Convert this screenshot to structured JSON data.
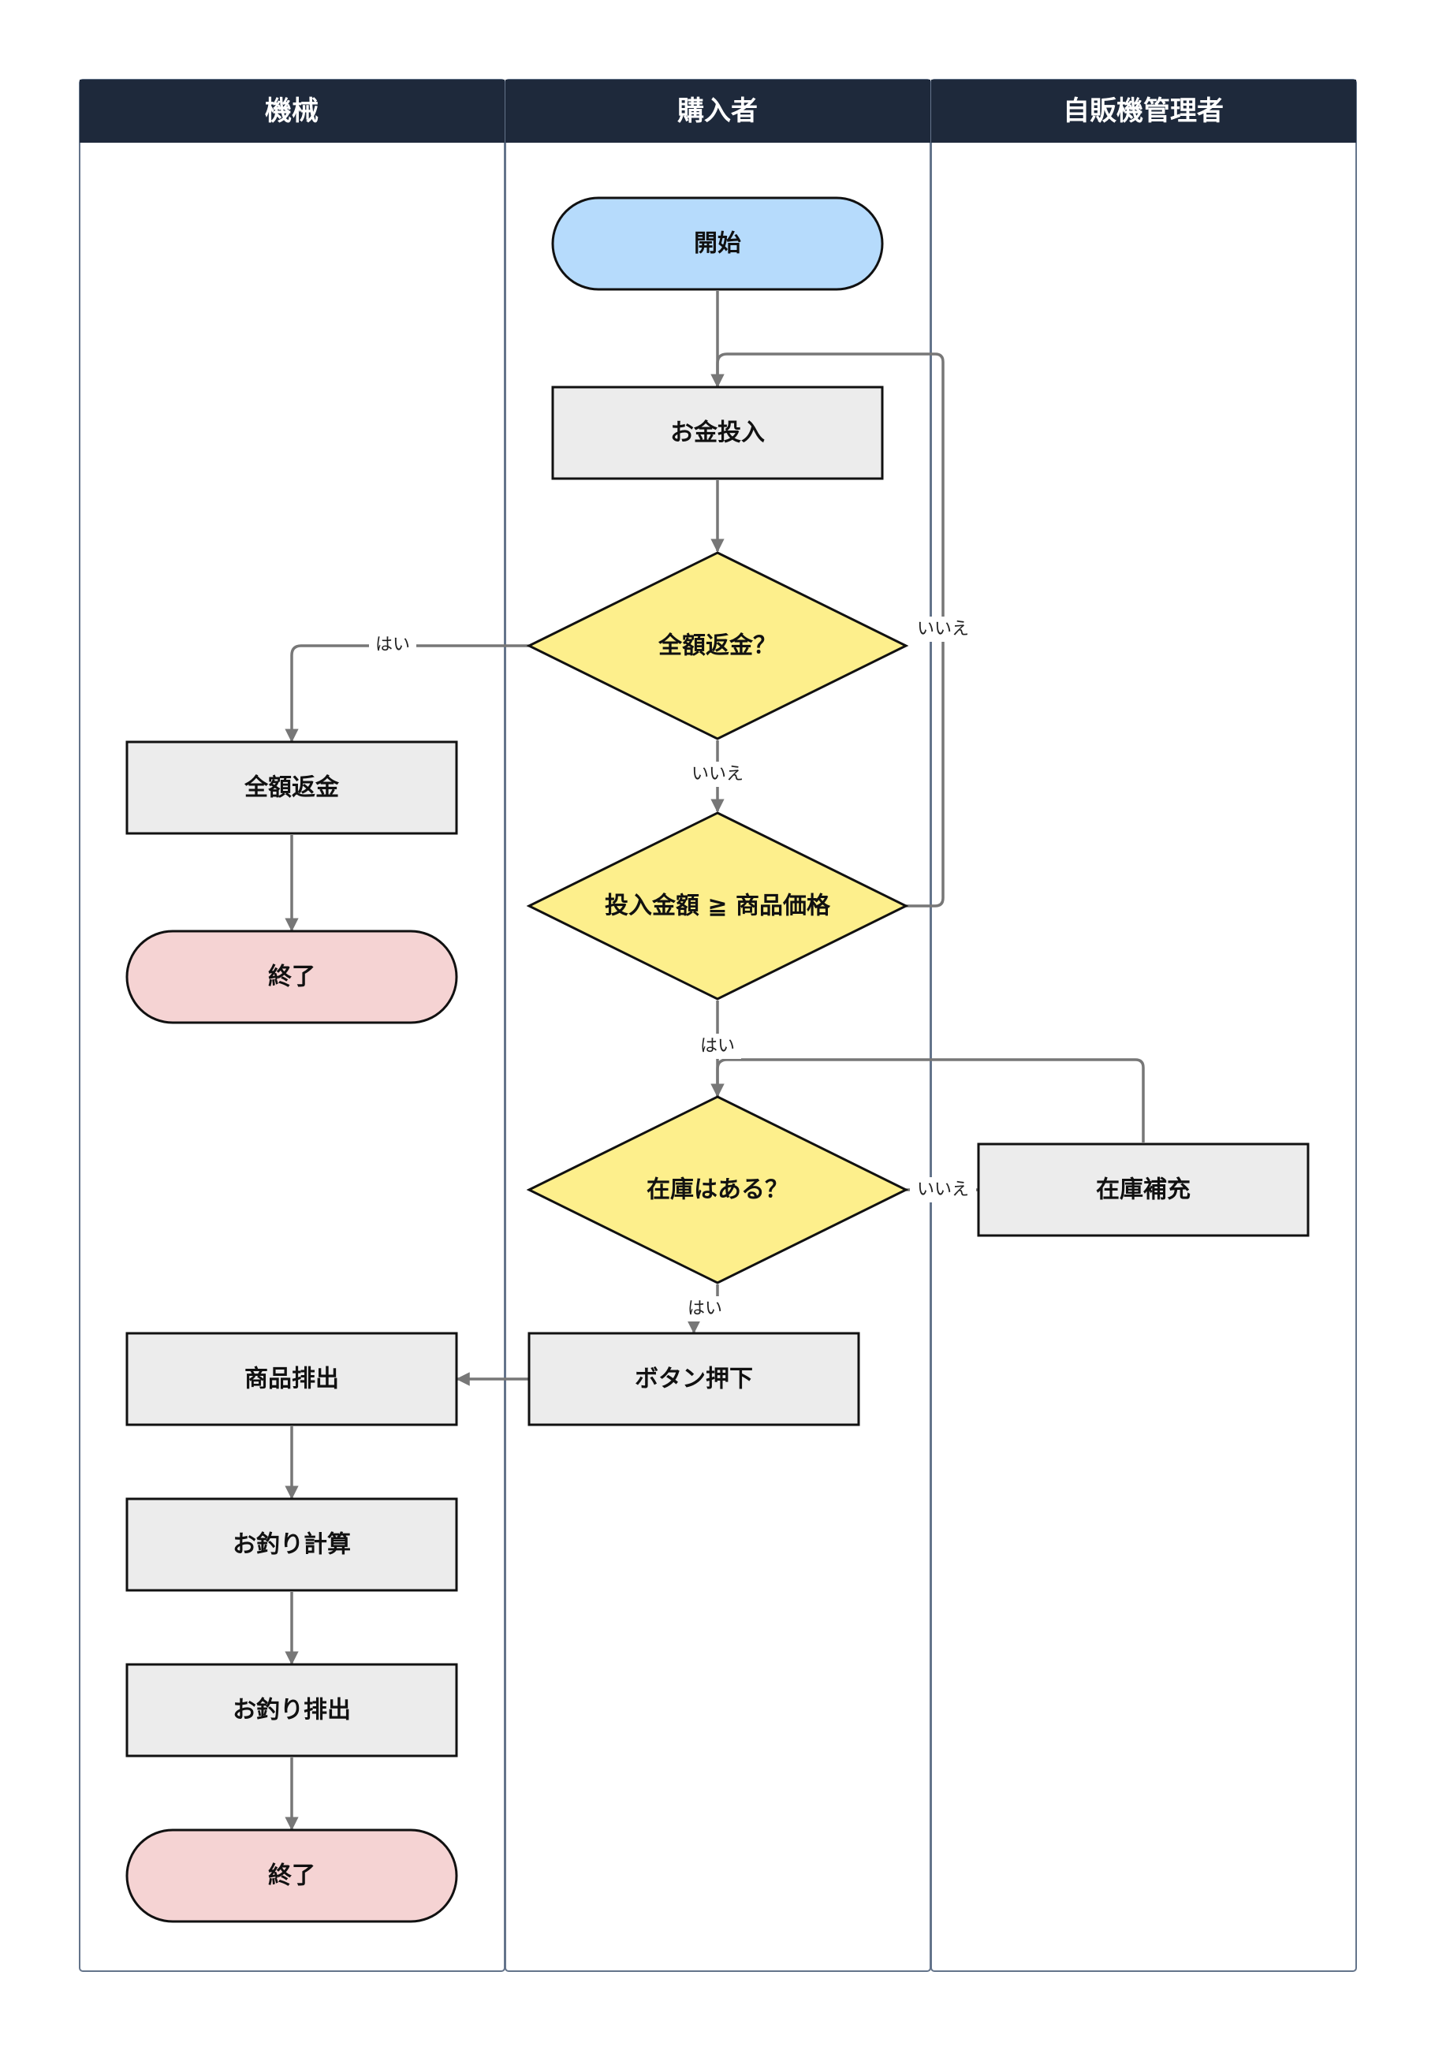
{
  "lanes": [
    {
      "id": "machine",
      "title": "機械"
    },
    {
      "id": "buyer",
      "title": "購入者"
    },
    {
      "id": "admin",
      "title": "自販機管理者"
    }
  ],
  "colors": {
    "header": "#1e293b",
    "terminal_start": "#b6dbfc",
    "terminal_end": "#f5d3d3",
    "process": "#ececec",
    "decision": "#fdef8c",
    "edge": "#777777"
  },
  "nodes": {
    "start": {
      "label": "開始",
      "type": "terminal",
      "lane": "buyer"
    },
    "insert_money": {
      "label": "お金投入",
      "type": "process",
      "lane": "buyer"
    },
    "refund_q": {
      "label": "全額返金？",
      "type": "decision",
      "lane": "buyer"
    },
    "amount_q": {
      "label": "投入金額 ≧ 商品価格",
      "type": "decision",
      "lane": "buyer"
    },
    "stock_q": {
      "label": "在庫はある？",
      "type": "decision",
      "lane": "buyer"
    },
    "press_button": {
      "label": "ボタン押下",
      "type": "process",
      "lane": "buyer"
    },
    "restock": {
      "label": "在庫補充",
      "type": "process",
      "lane": "admin"
    },
    "refund_all": {
      "label": "全額返金",
      "type": "process",
      "lane": "machine"
    },
    "end1": {
      "label": "終了",
      "type": "terminal",
      "lane": "machine"
    },
    "dispense": {
      "label": "商品排出",
      "type": "process",
      "lane": "machine"
    },
    "calc_change": {
      "label": "お釣り計算",
      "type": "process",
      "lane": "machine"
    },
    "dispense_change": {
      "label": "お釣り排出",
      "type": "process",
      "lane": "machine"
    },
    "end2": {
      "label": "終了",
      "type": "terminal",
      "lane": "machine"
    }
  },
  "edges": [
    {
      "from": "start",
      "to": "insert_money",
      "label": ""
    },
    {
      "from": "insert_money",
      "to": "refund_q",
      "label": ""
    },
    {
      "from": "refund_q",
      "to": "refund_all",
      "label": "はい"
    },
    {
      "from": "refund_q",
      "to": "amount_q",
      "label": "いいえ"
    },
    {
      "from": "refund_all",
      "to": "end1",
      "label": ""
    },
    {
      "from": "amount_q",
      "to": "insert_money",
      "label": "いいえ"
    },
    {
      "from": "amount_q",
      "to": "stock_q",
      "label": "はい"
    },
    {
      "from": "stock_q",
      "to": "restock",
      "label": "いいえ"
    },
    {
      "from": "restock",
      "to": "stock_q",
      "label": ""
    },
    {
      "from": "stock_q",
      "to": "press_button",
      "label": "はい"
    },
    {
      "from": "press_button",
      "to": "dispense",
      "label": ""
    },
    {
      "from": "dispense",
      "to": "calc_change",
      "label": ""
    },
    {
      "from": "calc_change",
      "to": "dispense_change",
      "label": ""
    },
    {
      "from": "dispense_change",
      "to": "end2",
      "label": ""
    }
  ]
}
